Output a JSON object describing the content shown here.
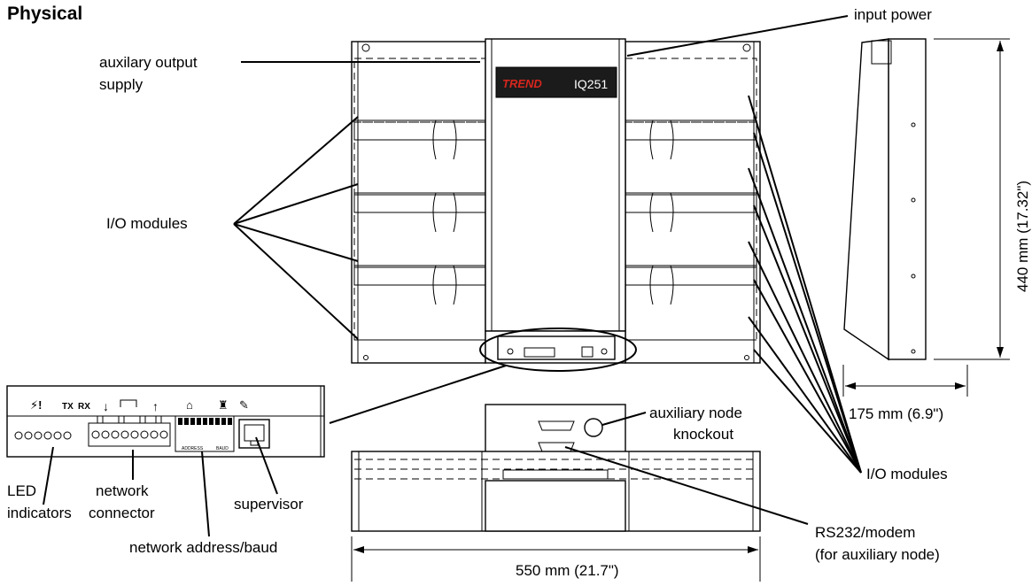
{
  "title": "Physical",
  "labels": {
    "input_power": "input power",
    "aux_output_supply_1": "auxilary output",
    "aux_output_supply_2": "supply",
    "io_modules_left": "I/O modules",
    "io_modules_right": "I/O modules",
    "aux_node_knockout_1": "auxiliary node",
    "aux_node_knockout_2": "knockout",
    "led_indicators_1": "LED",
    "led_indicators_2": "indicators",
    "network_connector_1": "network",
    "network_connector_2": "connector",
    "supervisor": "supervisor",
    "network_address_baud": "network address/baud",
    "rs232_modem_1": "RS232/modem",
    "rs232_modem_2": "(for auxiliary node)"
  },
  "dimensions": {
    "height": "440 mm (17.32\")",
    "depth": "175 mm (6.9\")",
    "width": "550 mm (21.7\")"
  },
  "brand": {
    "logo": "TREND",
    "model": "IQ251",
    "logo_color": "#d7261e"
  },
  "detail_panel": {
    "tx_label": "TX",
    "rx_label": "RX",
    "switch_label_1": "ADDRESS",
    "switch_label_2": "BAUD"
  }
}
